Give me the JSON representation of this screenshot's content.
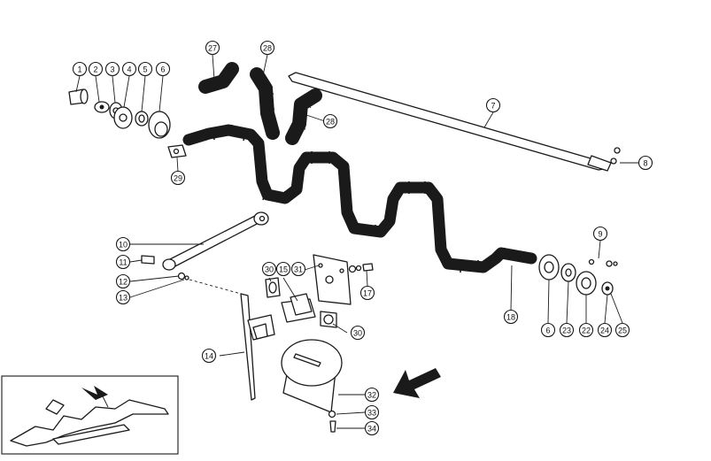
{
  "diagram": {
    "highlight_color": "#c8d96a",
    "callouts": [
      {
        "label": "1",
        "highlight": false
      },
      {
        "label": "2",
        "highlight": false
      },
      {
        "label": "3",
        "highlight": false
      },
      {
        "label": "4",
        "highlight": false
      },
      {
        "label": "5",
        "highlight": false
      },
      {
        "label": "6",
        "highlight": false
      },
      {
        "label": "27",
        "highlight": false
      },
      {
        "label": "28",
        "highlight": false
      },
      {
        "label": "28",
        "highlight": false
      },
      {
        "label": "7",
        "highlight": false
      },
      {
        "label": "8",
        "highlight": false
      },
      {
        "label": "29",
        "highlight": false
      },
      {
        "label": "9",
        "highlight": false
      },
      {
        "label": "10",
        "highlight": false
      },
      {
        "label": "11",
        "highlight": false
      },
      {
        "label": "12",
        "highlight": false
      },
      {
        "label": "13",
        "highlight": false
      },
      {
        "label": "30",
        "highlight": false
      },
      {
        "label": "15",
        "highlight": true
      },
      {
        "label": "31",
        "highlight": false
      },
      {
        "label": "17",
        "highlight": false
      },
      {
        "label": "18",
        "highlight": false
      },
      {
        "label": "6",
        "highlight": false
      },
      {
        "label": "23",
        "highlight": false
      },
      {
        "label": "22",
        "highlight": false
      },
      {
        "label": "24",
        "highlight": false
      },
      {
        "label": "25",
        "highlight": false
      },
      {
        "label": "30",
        "highlight": false
      },
      {
        "label": "14",
        "highlight": false
      },
      {
        "label": "32",
        "highlight": false
      },
      {
        "label": "33",
        "highlight": false
      },
      {
        "label": "34",
        "highlight": false
      }
    ]
  }
}
